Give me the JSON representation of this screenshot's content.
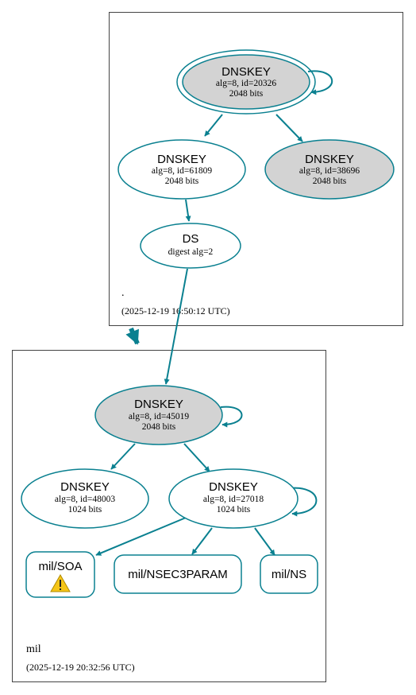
{
  "colors": {
    "edge": "#0a8090",
    "node_stroke": "#0a8090",
    "secure_fill": "#d3d3d3",
    "plain_fill": "#ffffff",
    "warning_fill": "#f5c518"
  },
  "zones": {
    "root": {
      "label": ".",
      "timestamp": "(2025-12-19 16:50:12 UTC)"
    },
    "mil": {
      "label": "mil",
      "timestamp": "(2025-12-19 20:32:56 UTC)"
    }
  },
  "nodes": {
    "root_ksk": {
      "title": "DNSKEY",
      "sub1": "alg=8, id=20326",
      "sub2": "2048 bits"
    },
    "root_zsk1": {
      "title": "DNSKEY",
      "sub1": "alg=8, id=61809",
      "sub2": "2048 bits"
    },
    "root_zsk2": {
      "title": "DNSKEY",
      "sub1": "alg=8, id=38696",
      "sub2": "2048 bits"
    },
    "ds": {
      "title": "DS",
      "sub1": "digest alg=2"
    },
    "mil_ksk": {
      "title": "DNSKEY",
      "sub1": "alg=8, id=45019",
      "sub2": "2048 bits"
    },
    "mil_key1": {
      "title": "DNSKEY",
      "sub1": "alg=8, id=48003",
      "sub2": "1024 bits"
    },
    "mil_zsk": {
      "title": "DNSKEY",
      "sub1": "alg=8, id=27018",
      "sub2": "1024 bits"
    },
    "mil_soa": {
      "title": "mil/SOA",
      "icon": "warning-icon"
    },
    "mil_nsec3param": {
      "title": "mil/NSEC3PARAM"
    },
    "mil_ns": {
      "title": "mil/NS"
    }
  }
}
